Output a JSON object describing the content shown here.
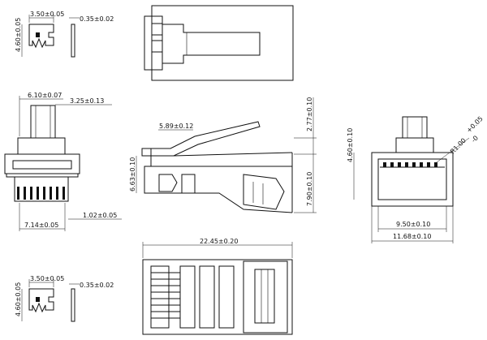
{
  "dimensions": {
    "top_left_width": "3.50±0.05",
    "top_left_height": "4.60±0.05",
    "top_left_contact": "0.35±0.02",
    "front_top_width": "6.10±0.07",
    "front_tab_width": "3.25±0.13",
    "front_bottom_width": "7.14±0.05",
    "front_pin_pitch": "1.02±0.05",
    "side_latch": "5.89±0.12",
    "side_height": "6.63±0.10",
    "side_right_top": "2.77±0.10",
    "side_right_bottom": "7.90±0.10",
    "end_height": "4.60±0.10",
    "end_radius": "R1.00",
    "end_tol_plus": "+0.05",
    "end_tol_minus": "-0",
    "end_inner_width": "9.50±0.10",
    "end_outer_width": "11.68±0.10",
    "bottom_length": "22.45±0.20",
    "bottom_left_width": "3.50±0.05",
    "bottom_left_height": "4.60±0.05",
    "bottom_left_contact": "0.35±0.02"
  }
}
